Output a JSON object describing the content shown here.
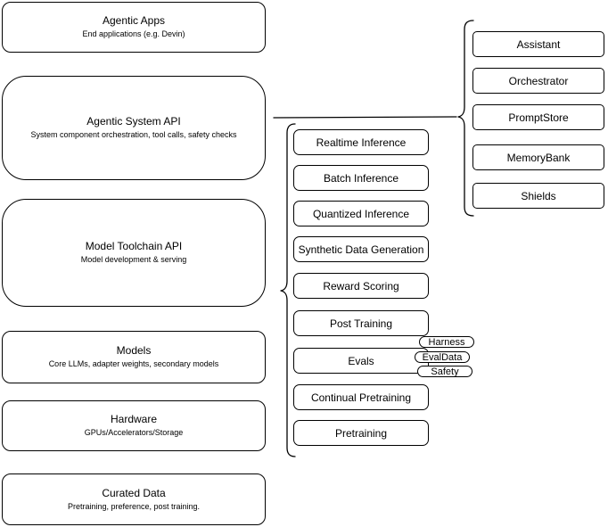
{
  "stack": [
    {
      "title": "Agentic Apps",
      "subtitle": "End applications (e.g. Devin)"
    },
    {
      "title": "Agentic System API",
      "subtitle": "System component orchestration, tool calls, safety checks"
    },
    {
      "title": "Model Toolchain API",
      "subtitle": "Model development & serving"
    },
    {
      "title": "Models",
      "subtitle": "Core LLMs, adapter weights, secondary models"
    },
    {
      "title": "Hardware",
      "subtitle": "GPUs/Accelerators/Storage"
    },
    {
      "title": "Curated Data",
      "subtitle": "Pretraining, preference, post training."
    }
  ],
  "toolchain": {
    "items": [
      {
        "label": "Realtime Inference"
      },
      {
        "label": "Batch Inference"
      },
      {
        "label": "Quantized Inference"
      },
      {
        "label": "Synthetic Data Generation"
      },
      {
        "label": "Reward Scoring"
      },
      {
        "label": "Post Training"
      },
      {
        "label": "Evals"
      },
      {
        "label": "Continual Pretraining"
      },
      {
        "label": "Pretraining"
      }
    ],
    "evals_tags": [
      {
        "label": "Harness"
      },
      {
        "label": "EvalData"
      },
      {
        "label": "Safety"
      }
    ]
  },
  "system_components": {
    "items": [
      {
        "label": "Assistant"
      },
      {
        "label": "Orchestrator"
      },
      {
        "label": "PromptStore"
      },
      {
        "label": "MemoryBank"
      },
      {
        "label": "Shields"
      }
    ]
  },
  "colors": {
    "stroke": "#000000",
    "fill": "#ffffff",
    "text": "#000000",
    "background": "#ffffff"
  }
}
